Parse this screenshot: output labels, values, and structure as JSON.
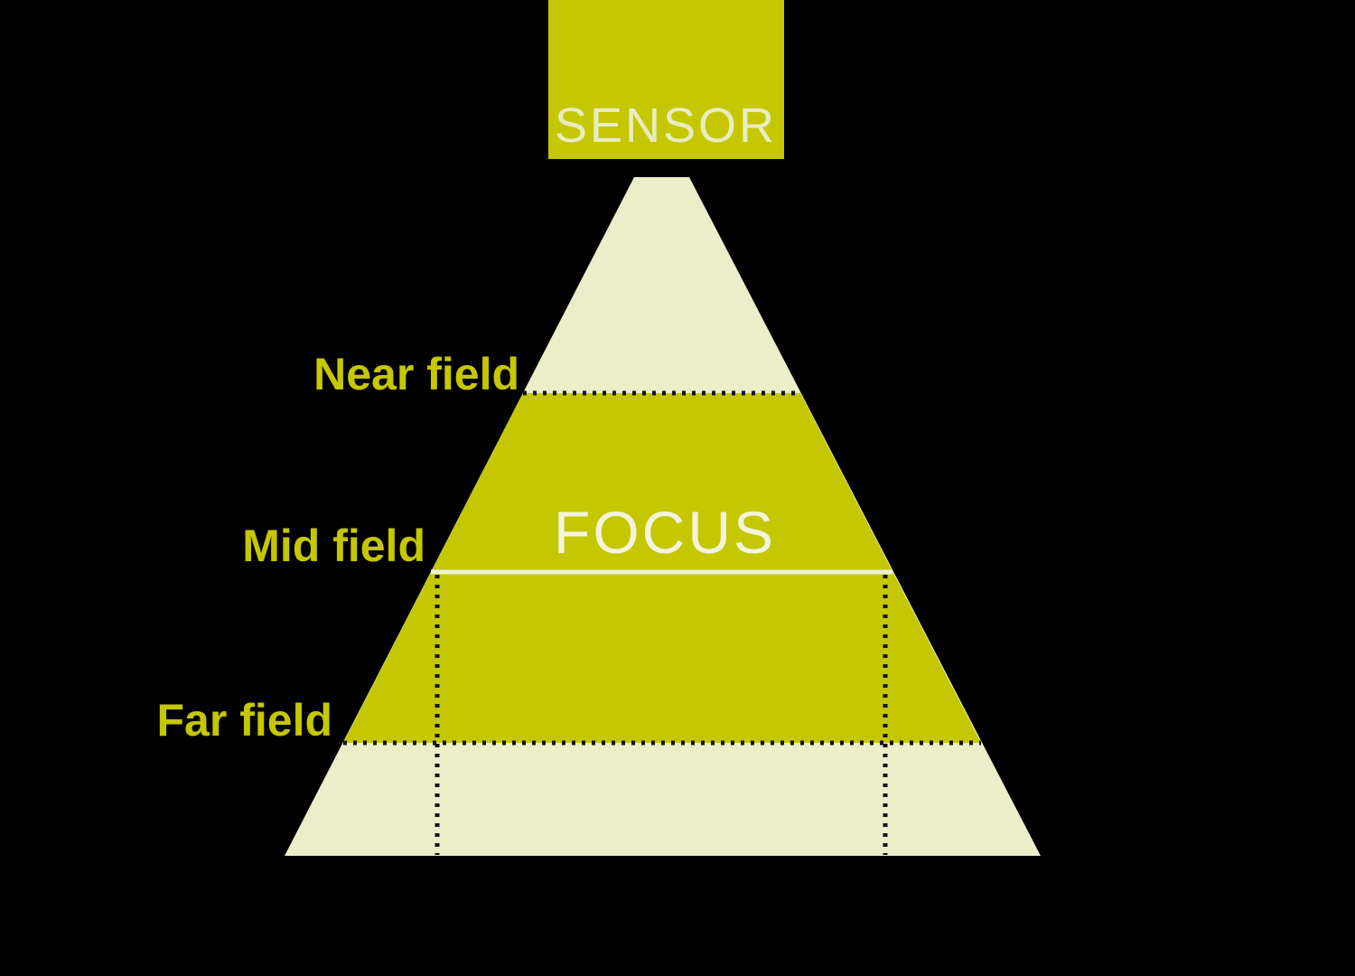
{
  "colors": {
    "background": "#000000",
    "brand_green": "#c5c702",
    "cream": "#ebeec9",
    "focus_text": "#f2f4de",
    "sensor_text": "#e9ecc2",
    "dotted_line": "#141414",
    "mid_line": "#eef1cf"
  },
  "sensor": {
    "label": "SENSOR"
  },
  "field_of_view": {
    "focus_label": "FOCUS",
    "zones": [
      {
        "id": "near",
        "label": "Near field"
      },
      {
        "id": "mid",
        "label": "Mid field"
      },
      {
        "id": "far",
        "label": "Far field"
      }
    ]
  }
}
